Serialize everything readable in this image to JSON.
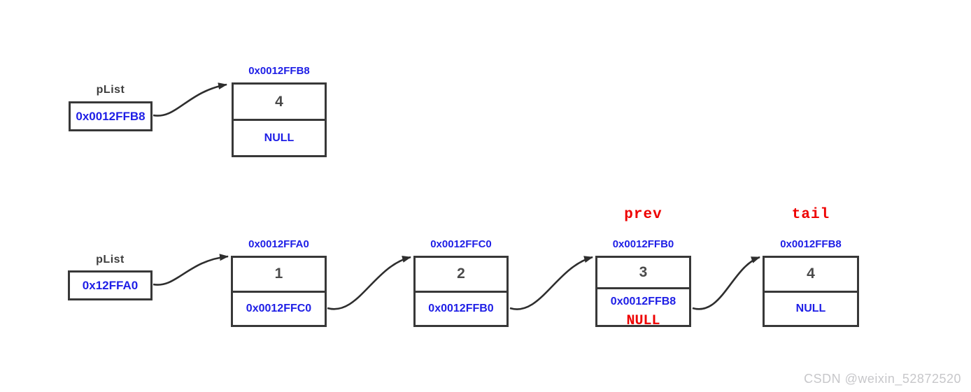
{
  "colors": {
    "address_blue": "#1e1ee6",
    "annotation_red": "#ee0000",
    "border_dark": "#383838",
    "value_dark": "#4a4a4a",
    "watermark_gray": "#c7c7ca"
  },
  "top_diagram": {
    "plist_label": "pList",
    "plist_value": "0x0012FFB8",
    "node": {
      "address": "0x0012FFB8",
      "value": "4",
      "next": "NULL"
    }
  },
  "bottom_diagram": {
    "plist_label": "pList",
    "plist_value": "0x12FFA0",
    "nodes": [
      {
        "address": "0x0012FFA0",
        "value": "1",
        "next": "0x0012FFC0"
      },
      {
        "address": "0x0012FFC0",
        "value": "2",
        "next": "0x0012FFB0"
      },
      {
        "address": "0x0012FFB0",
        "value": "3",
        "next": "0x0012FFB8",
        "next_annotation": "NULL",
        "pointer_label": "prev"
      },
      {
        "address": "0x0012FFB8",
        "value": "4",
        "next": "NULL",
        "pointer_label": "tail"
      }
    ]
  },
  "watermark": "CSDN @weixin_52872520"
}
